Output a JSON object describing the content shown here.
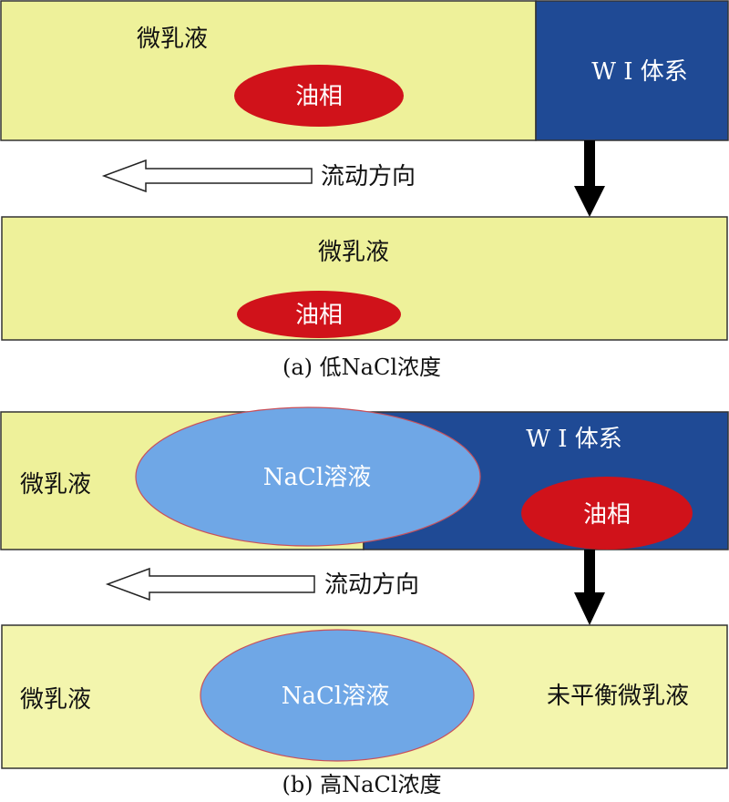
{
  "colors": {
    "yellow": "#eef19a",
    "pale_yellow": "#f3f5ad",
    "navy": "#1f4a95",
    "red": "#d0121a",
    "blue": "#6fa7e6",
    "outline": "#333333",
    "arrow": "#000000"
  },
  "panel_a": {
    "top": {
      "microemulsion": "微乳液",
      "oil_phase": "油相",
      "wi_system": "W I 体系"
    },
    "flow_direction": "流动方向",
    "bottom": {
      "microemulsion": "微乳液",
      "oil_phase": "油相"
    },
    "caption": "(a) 低NaCl浓度"
  },
  "panel_b": {
    "top": {
      "microemulsion": "微乳液",
      "nacl_solution": "NaCl溶液",
      "wi_system": "W I 体系",
      "oil_phase": "油相"
    },
    "flow_direction": "流动方向",
    "bottom": {
      "microemulsion": "微乳液",
      "nacl_solution": "NaCl溶液",
      "unbalanced_microemulsion": "未平衡微乳液"
    },
    "caption": "(b) 高NaCl浓度"
  }
}
